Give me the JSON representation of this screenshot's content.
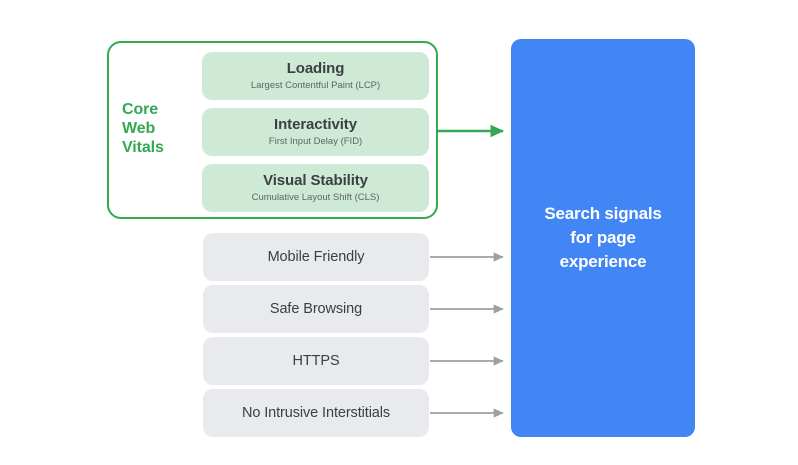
{
  "diagram": {
    "title": "Search signals for page experience",
    "colors": {
      "core_web_vitals_green": "#34A853",
      "vital_pill_background": "#CEEAD6",
      "signal_pill_background": "#E8EAED",
      "search_box_blue": "#4285F4",
      "arrow_gray": "#9AA0A6",
      "arrow_green": "#34A853",
      "title_text": "#3C4043",
      "subtitle_text": "#5F6368",
      "page_background": "#FFFFFF"
    }
  },
  "core_web_vitals": {
    "group_label": "Core\nWeb\nVitals",
    "group_label_lines": [
      "Core",
      "Web",
      "Vitals"
    ],
    "metrics": [
      {
        "title": "Loading",
        "subtitle": "Largest Contentful Paint (LCP)"
      },
      {
        "title": "Interactivity",
        "subtitle": "First Input Delay (FID)"
      },
      {
        "title": "Visual Stability",
        "subtitle": "Cumulative Layout Shift (CLS)"
      }
    ]
  },
  "other_signals": [
    {
      "title": "Mobile Friendly"
    },
    {
      "title": "Safe Browsing"
    },
    {
      "title": "HTTPS"
    },
    {
      "title": "No Intrusive Interstitials"
    }
  ],
  "search_signals": {
    "text": "Search signals\nfor page\nexperience",
    "lines": [
      "Search signals",
      "for page",
      "experience"
    ]
  },
  "arrows": {
    "count": 5,
    "green_arrow_label": "core-web-vitals-to-search-signals",
    "gray_arrow_labels": [
      "mobile-friendly-to-search-signals",
      "safe-browsing-to-search-signals",
      "https-to-search-signals",
      "no-intrusive-interstitials-to-search-signals"
    ]
  }
}
